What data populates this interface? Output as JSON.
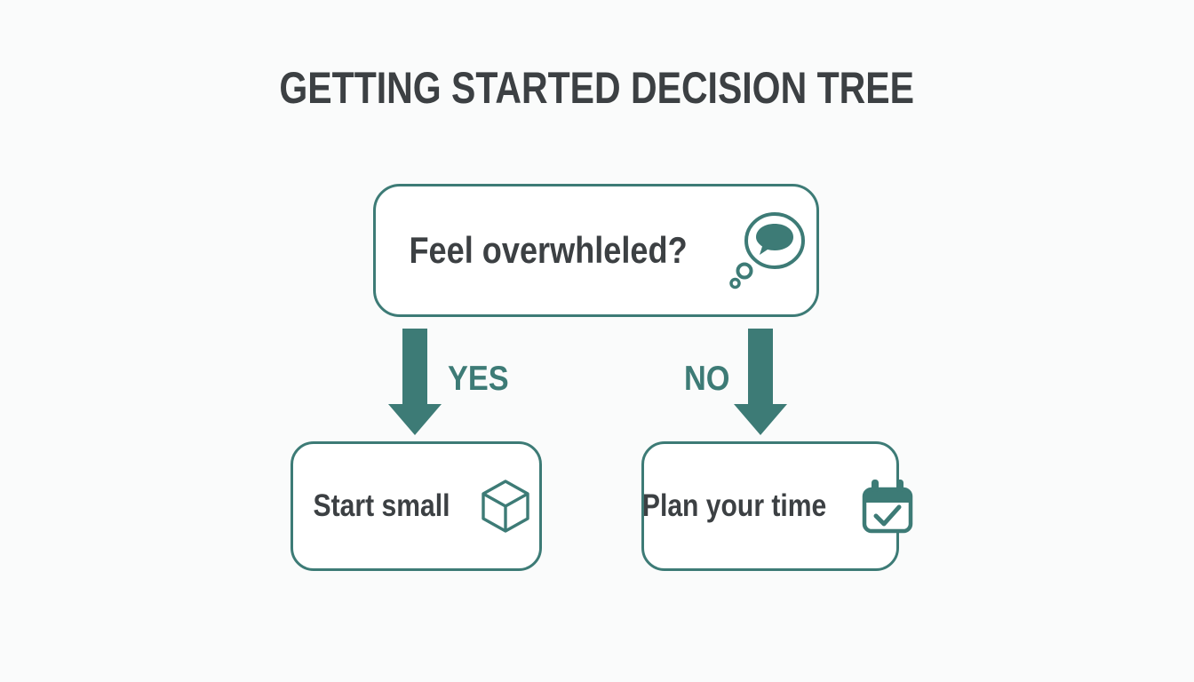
{
  "title": "GETTING STARTED DECISION TREE",
  "colors": {
    "teal": "#3D7B76",
    "ink": "#3C4043",
    "bg": "#FAFBFB",
    "box_fill": "#FFFFFF"
  },
  "root_node": {
    "label": "Feel overwhleled?",
    "icon": "thought-bubble-icon"
  },
  "branches": [
    {
      "answer": "YES",
      "node": {
        "label": "Start small",
        "icon": "cube-icon"
      }
    },
    {
      "answer": "NO",
      "node": {
        "label": "Plan your time",
        "icon": "calendar-check-icon"
      }
    }
  ]
}
